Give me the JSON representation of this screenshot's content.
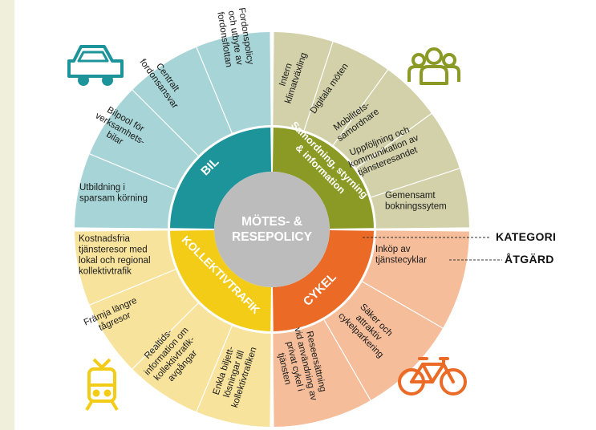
{
  "center": {
    "line1": "MÖTES- &",
    "line2": "RESEPOLICY"
  },
  "legend": {
    "category": "KATEGORI",
    "measure": "ÅTGÄRD"
  },
  "categories": {
    "bil": {
      "label": "BIL"
    },
    "samordning": {
      "line1": "Samordning, styrning",
      "line2": "& information"
    },
    "cykel": {
      "label": "CYKEL"
    },
    "kollektivtrafik": {
      "label": "KOLLEKTIVTRAFIK"
    }
  },
  "measures": {
    "bil": [
      {
        "lines": [
          "Utbildning i",
          "sparsam körning"
        ]
      },
      {
        "lines": [
          "Bilpool för",
          "verksamhets-",
          "bilar"
        ]
      },
      {
        "lines": [
          "Centralt",
          "fordonsansvar"
        ]
      },
      {
        "lines": [
          "Fordonspolicy",
          "och utbyte av",
          "fordonsflottan"
        ]
      }
    ],
    "samordning": [
      {
        "lines": [
          "Intern",
          "klimatväxling"
        ]
      },
      {
        "lines": [
          "Digitala möten"
        ]
      },
      {
        "lines": [
          "Mobilitets-",
          "samordnare"
        ]
      },
      {
        "lines": [
          "Uppföljning och",
          "kommunikation av",
          "tjänsteresandet"
        ]
      },
      {
        "lines": [
          "Gemensamt",
          "bokningssytem"
        ]
      }
    ],
    "cykel": [
      {
        "lines": [
          "Inköp av",
          "tjänstecyklar"
        ]
      },
      {
        "lines": [
          "Säker och",
          "attraktiv",
          "cykelparkering"
        ]
      },
      {
        "lines": [
          "Reseersättning",
          "vid användning av",
          "privat cykel i",
          "tjänsten"
        ]
      }
    ],
    "kollektivtrafik": [
      {
        "lines": [
          "Kostnadsfria",
          "tjänsteresor med",
          "lokal och regional",
          "kollektivtrafik"
        ]
      },
      {
        "lines": [
          "Främja längre",
          "tågresor"
        ]
      },
      {
        "lines": [
          "Realtids-",
          "information om",
          "kollektivtrafik-",
          "avgångar"
        ]
      },
      {
        "lines": [
          "Enkla biljett-",
          "lösningar till",
          "kollektivtrafiken"
        ]
      }
    ]
  },
  "colors": {
    "bil_outer": "#a7d4d6",
    "bil_inner": "#1d949a",
    "samordning_outer": "#d2d1a9",
    "samordning_inner": "#8a9a25",
    "cykel_outer": "#f5bd9a",
    "cykel_inner": "#ea6a26",
    "kollektiv_outer": "#f8e39c",
    "kollektiv_inner": "#f3cc18",
    "center": "#bcbcbc"
  },
  "icons": [
    "car-icon",
    "people-icon",
    "tram-icon",
    "bicycle-icon"
  ]
}
